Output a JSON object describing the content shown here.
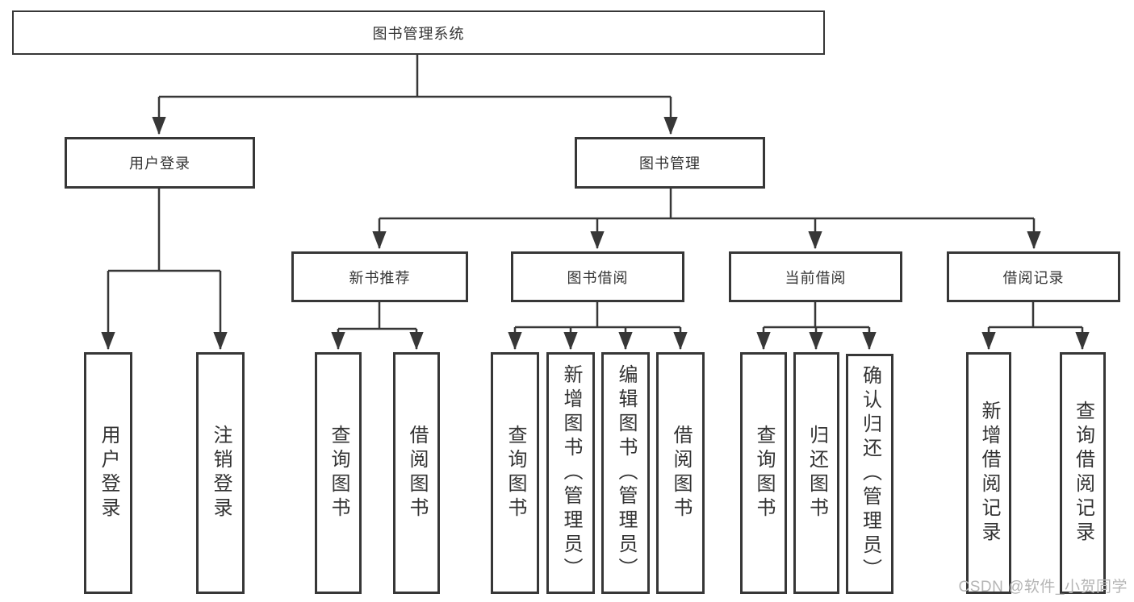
{
  "diagram": {
    "root": "图书管理系统",
    "level2": [
      "用户登录",
      "图书管理"
    ],
    "level3": [
      "新书推荐",
      "图书借阅",
      "当前借阅",
      "借阅记录"
    ],
    "leaves": {
      "user_login": [
        "用户登录",
        "注销登录"
      ],
      "new_book_recommend": [
        "查询图书",
        "借阅图书"
      ],
      "book_borrow": [
        "查询图书",
        "新增图书（管理员）",
        "编辑图书（管理员）",
        "借阅图书"
      ],
      "current_borrow": [
        "查询图书",
        "归还图书",
        "确认归还（管理员）"
      ],
      "borrow_records": [
        "新增借阅记录",
        "查询借阅记录"
      ]
    },
    "colors": {
      "line": "#373737",
      "text": "#333333",
      "box_background": "#ffffff",
      "watermark": "#b5b5b5",
      "background": "#ffffff"
    }
  },
  "watermark": {
    "text": "CSDN @软件_小贺同学"
  }
}
